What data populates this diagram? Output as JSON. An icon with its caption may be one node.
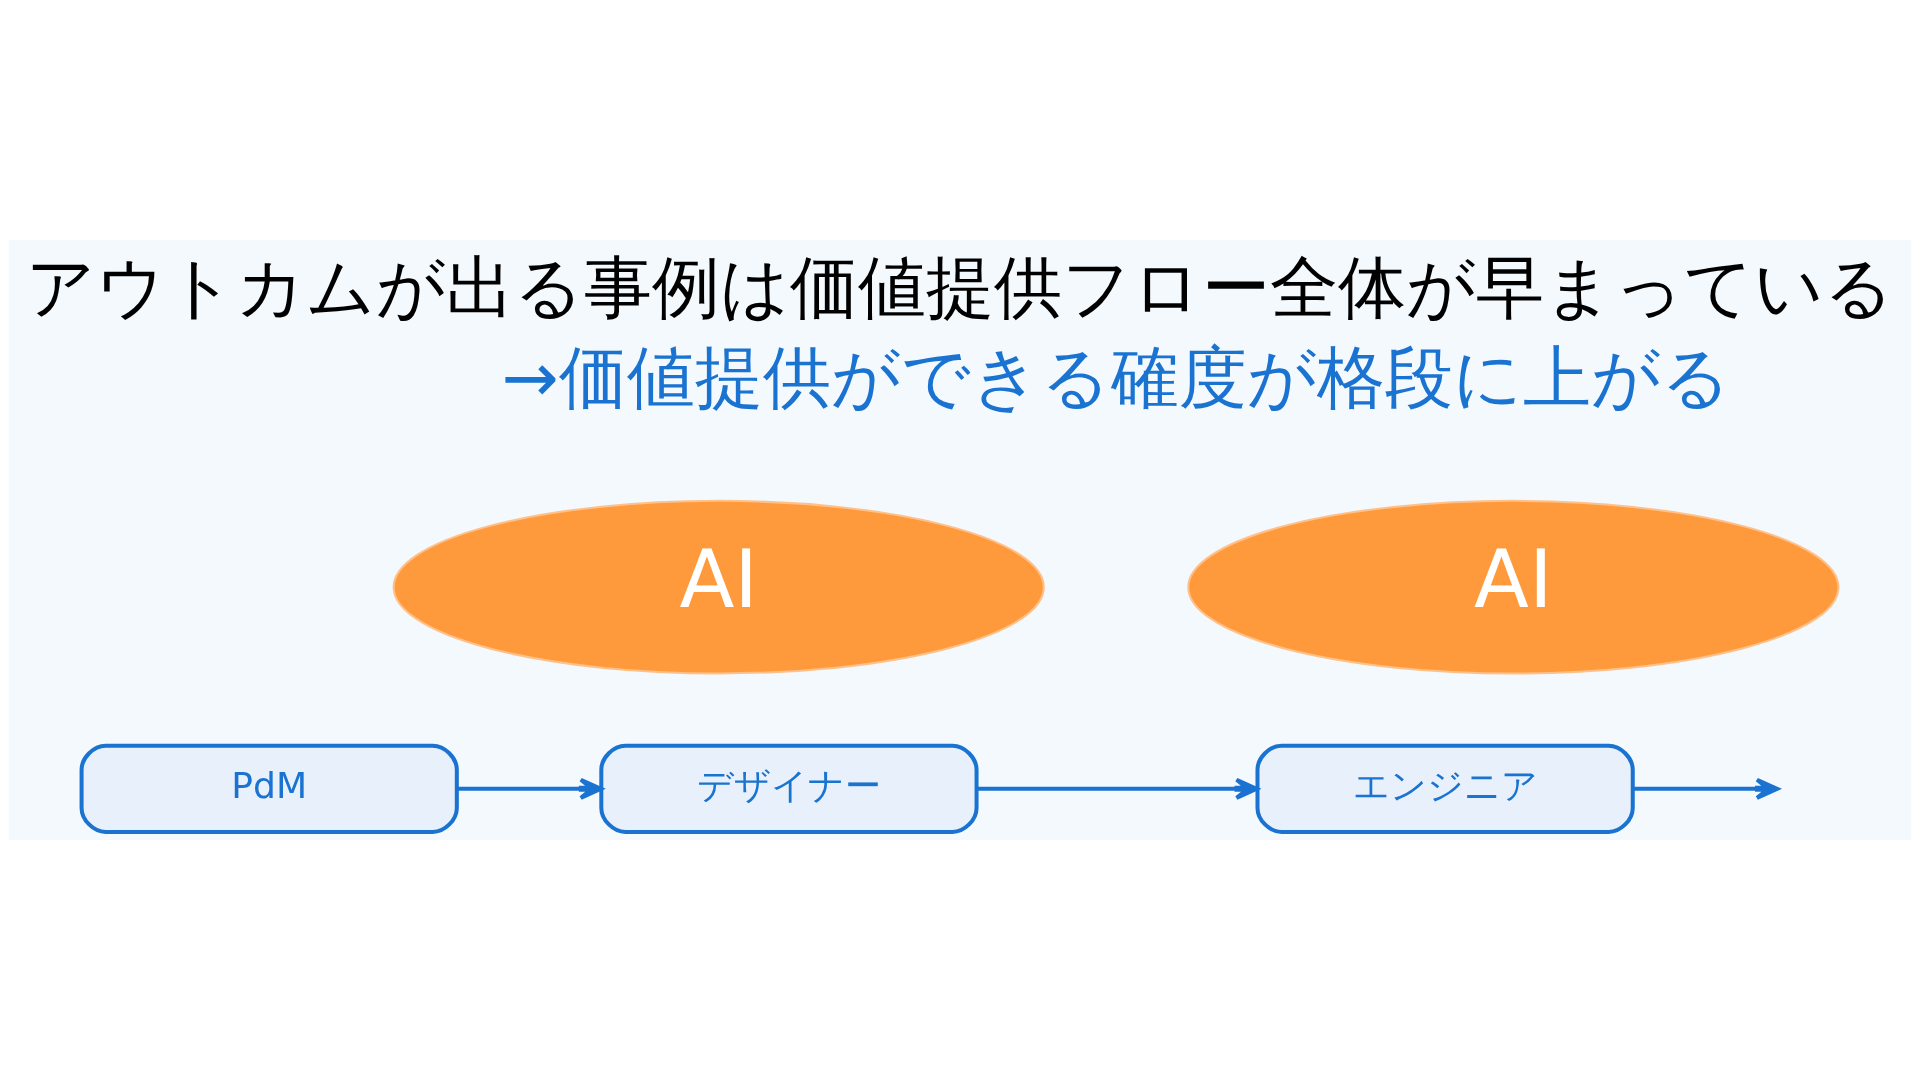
{
  "diagram": {
    "title": "アウトカムが出る事例は価値提供フロー全体が早まっている",
    "nodes": [
      {
        "text": [
          "AI"
        ]
      },
      {
        "text": [
          "AI"
        ]
      },
      {
        "text": [
          "PdM"
        ]
      },
      {
        "text": [
          "デザイナー"
        ]
      },
      {
        "text": [
          "エンジニア"
        ]
      }
    ],
    "edges": [
      {
        "from": 2,
        "to": 3,
        "arrow": "to"
      },
      {
        "from": 3,
        "to": 4,
        "arrow": "to"
      },
      {
        "from": 4,
        "to": null,
        "arrow": "to"
      }
    ],
    "labels": [
      "→価値提供ができる確度が格段に上がる"
    ]
  }
}
